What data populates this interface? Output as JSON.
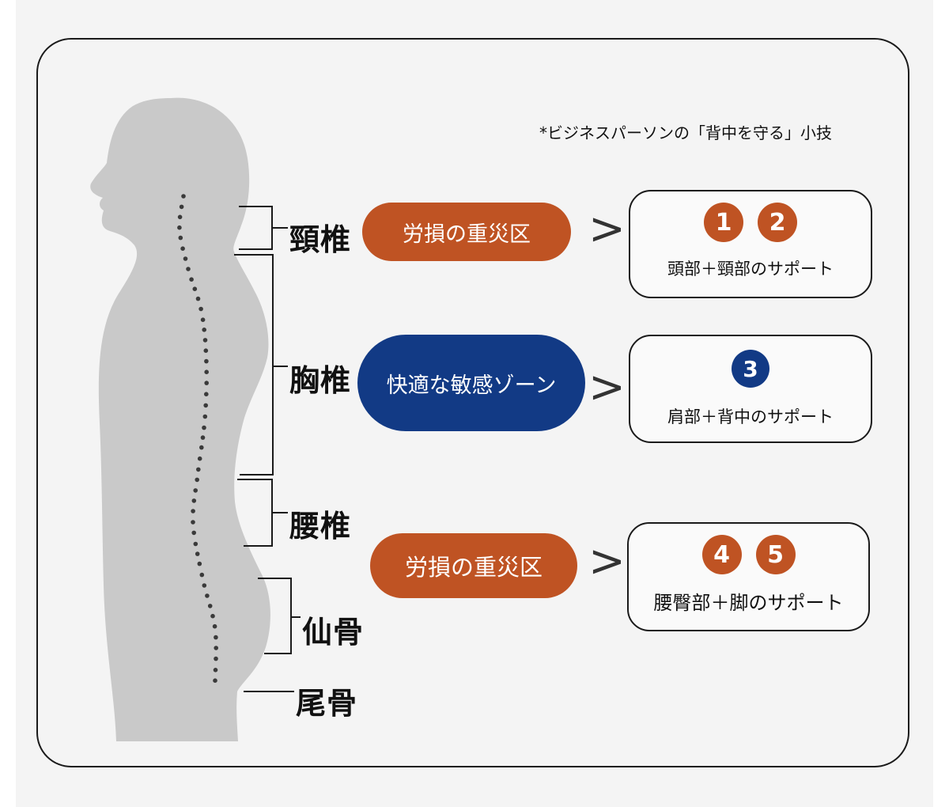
{
  "note": "*ビジネスパーソンの「背中を守る」小技",
  "spine_labels": {
    "cervical": "頸椎",
    "thoracic": "胸椎",
    "lumbar": "腰椎",
    "sacrum": "仙骨",
    "coccyx": "尾骨"
  },
  "zones": [
    {
      "label": "労損の重災区",
      "color": "#bf5323"
    },
    {
      "label": "快適な敏感ゾーン",
      "color": "#123a85"
    },
    {
      "label": "労損の重災区",
      "color": "#bf5323"
    }
  ],
  "arrow_glyph": ">",
  "cards": [
    {
      "badges": [
        "1",
        "2"
      ],
      "badge_color": "#bf5323",
      "text": "頭部＋頸部のサポート"
    },
    {
      "badges": [
        "3"
      ],
      "badge_color": "#123a85",
      "text": "肩部＋背中のサポート"
    },
    {
      "badges": [
        "4",
        "5"
      ],
      "badge_color": "#bf5323",
      "text": "腰臀部＋脚のサポート"
    }
  ],
  "colors": {
    "silhouette": "#c9c9c9",
    "spine_dots": "#3a3a3a",
    "orange": "#bf5323",
    "blue": "#123a85"
  }
}
